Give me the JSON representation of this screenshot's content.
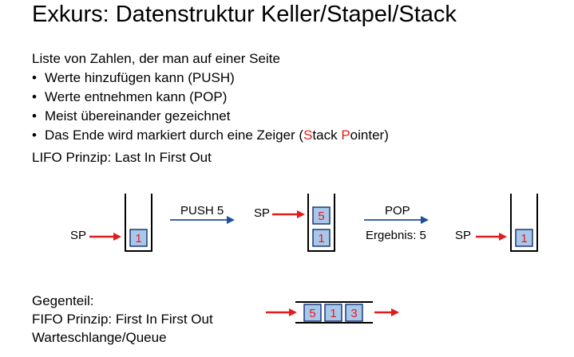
{
  "title": "Exkurs: Datenstruktur Keller/Stapel/Stack",
  "intro": "Liste von Zahlen, der man auf einer Seite",
  "bullets": [
    "Werte hinzufügen kann (PUSH)",
    "Werte entnehmen kann (POP)",
    "Meist übereinander gezeichnet"
  ],
  "bullet_last": {
    "before": "Das Ende wird markiert durch eine Zeiger (",
    "s": "S",
    "tack": "tack ",
    "p": "P",
    "ointer": "ointer",
    "after": ")"
  },
  "bullet_symbol": "•",
  "lifo": "LIFO Prinzip: Last In First Out",
  "diagram": {
    "sp_label": "SP",
    "push_label": "PUSH 5",
    "pop_label": "POP",
    "result_label": "Ergebnis: 5",
    "stack1": [
      "1"
    ],
    "stack2": [
      "5",
      "1"
    ],
    "stack3": [
      "1"
    ],
    "queue": [
      "5",
      "1",
      "3"
    ]
  },
  "bottom": {
    "line1": "Gegenteil:",
    "line2": "FIFO Prinzip: First In First Out",
    "line3": "Warteschlange/Queue"
  },
  "colors": {
    "red": "#e31b1b",
    "blue_arrow": "#1f4e9c",
    "cell_fill": "#a9c7e8",
    "cell_border": "#1a3a78"
  }
}
